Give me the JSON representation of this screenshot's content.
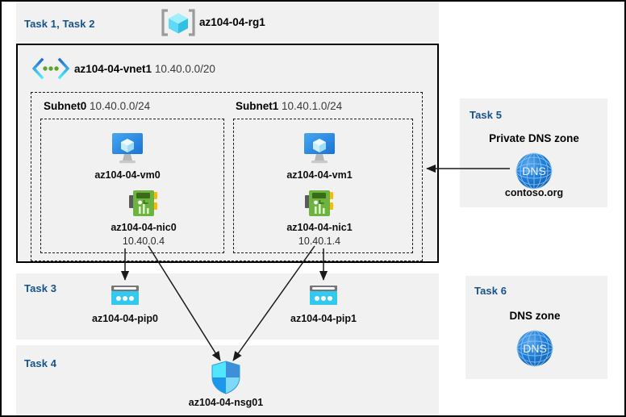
{
  "diagram": {
    "title_region": {
      "task_label": "Task 1, Task 2",
      "resource_group_name": "az104-04-rg1",
      "resource_group_icon": "resource-group-cube-icon"
    },
    "vnet": {
      "icon": "virtual-network-icon",
      "name": "az104-04-vnet1",
      "address_space": "10.40.0.0/20"
    },
    "subnets": [
      {
        "name": "Subnet0",
        "cidr": "10.40.0.0/24",
        "vm": {
          "icon": "virtual-machine-icon",
          "name": "az104-04-vm0"
        },
        "nic": {
          "icon": "network-interface-icon",
          "name": "az104-04-nic0",
          "ip": "10.40.0.4"
        }
      },
      {
        "name": "Subnet1",
        "cidr": "10.40.1.0/24",
        "vm": {
          "icon": "virtual-machine-icon",
          "name": "az104-04-vm1"
        },
        "nic": {
          "icon": "network-interface-icon",
          "name": "az104-04-nic1",
          "ip": "10.40.1.4"
        }
      }
    ],
    "task3": {
      "task_label": "Task 3",
      "public_ips": [
        {
          "icon": "public-ip-address-icon",
          "name": "az104-04-pip0"
        },
        {
          "icon": "public-ip-address-icon",
          "name": "az104-04-pip1"
        }
      ]
    },
    "task4": {
      "task_label": "Task 4",
      "nsg": {
        "icon": "network-security-group-shield-icon",
        "name": "az104-04-nsg01"
      }
    },
    "task5": {
      "task_label": "Task 5",
      "title": "Private DNS zone",
      "icon": "dns-zone-globe-icon",
      "icon_text": "DNS",
      "zone_name": "contoso.org"
    },
    "task6": {
      "task_label": "Task 6",
      "title": "DNS zone",
      "icon": "dns-zone-globe-icon",
      "icon_text": "DNS"
    },
    "colors": {
      "task_label": "#16538c",
      "panel_background": "#f1f1f1",
      "page_background": "#ffffff",
      "border": "#000000",
      "azure_blue": "#0078d4",
      "cyan": "#32c8f0",
      "nic_green": "#6cb33f",
      "dns_blue": "#1e7ad4"
    }
  }
}
